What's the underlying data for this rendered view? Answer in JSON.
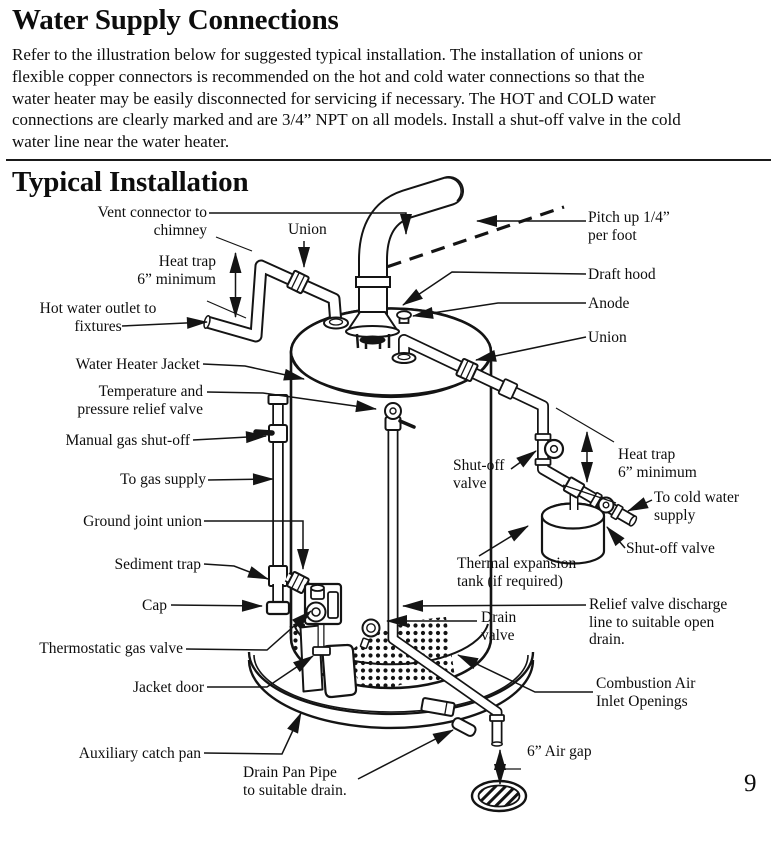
{
  "header": {
    "title": "Water Supply Connections",
    "intro": "Refer to the illustration below for suggested typical installation. The installation of unions or\nflexible copper connectors is recommended on the hot and cold water connections so that the\nwater heater may be easily disconnected for servicing if necessary. The HOT and COLD water\nconnections are clearly marked and are 3/4” NPT on all models. Install a shut-off valve in the cold\nwater line near the water heater."
  },
  "section": {
    "title": "Typical Installation"
  },
  "diagram": {
    "labels": {
      "vent_connector": "Vent connector to\nchimney",
      "union_hot": "Union",
      "heat_trap_left": "Heat trap\n6” minimum",
      "hot_water_outlet": "Hot water outlet to\nfixtures",
      "water_heater_jacket": "Water Heater Jacket",
      "temp_pressure_relief": "Temperature and\npressure relief valve",
      "manual_gas_shutoff": "Manual gas shut-off",
      "to_gas_supply": "To gas supply",
      "ground_joint_union": "Ground joint union",
      "sediment_trap": "Sediment trap",
      "cap": "Cap",
      "thermostatic_gas_valve": "Thermostatic gas valve",
      "jacket_door": "Jacket door",
      "auxiliary_catch_pan": "Auxiliary catch pan",
      "drain_pan_pipe": "Drain Pan Pipe\nto suitable drain.",
      "pitch_up": "Pitch up 1/4”\nper foot",
      "draft_hood": "Draft hood",
      "anode": "Anode",
      "union_cold": "Union",
      "shutoff_valve_upper": "Shut-off\nvalve",
      "heat_trap_right": "Heat trap\n6” minimum",
      "to_cold_water": "To cold water\nsupply",
      "shutoff_valve_lower": "Shut-off valve",
      "thermal_expansion_tank": "Thermal expansion\ntank (if required)",
      "relief_valve_discharge": "Relief valve discharge\nline to suitable open\ndrain.",
      "drain_valve": "Drain\nvalve",
      "combustion_air": "Combustion Air\nInlet Openings",
      "air_gap": "6” Air gap"
    }
  },
  "page_number": "9",
  "colors": {
    "ink": "#141414",
    "paper": "#ffffff"
  }
}
